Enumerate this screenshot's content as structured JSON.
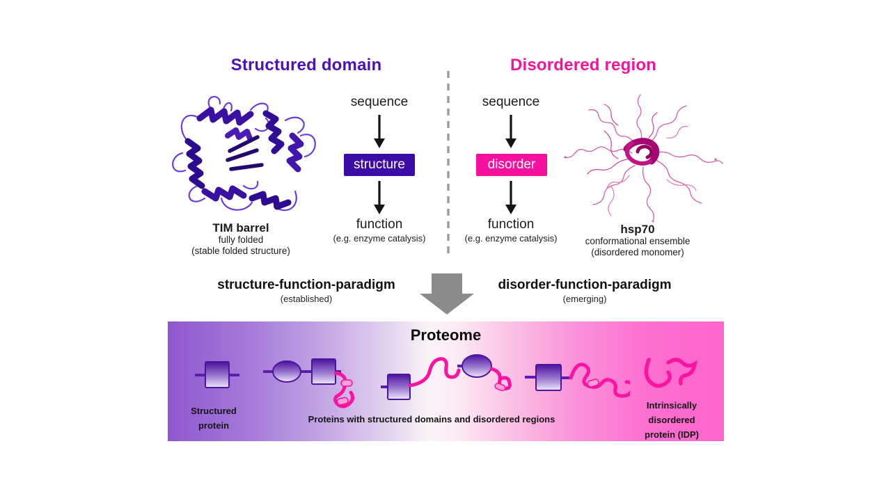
{
  "titles": {
    "left": "Structured domain",
    "right": "Disordered region"
  },
  "left": {
    "flow": {
      "input": "sequence",
      "box": "structure",
      "output": "function",
      "note": "(e.g. enzyme catalysis)"
    },
    "molecule": {
      "name": "TIM barrel",
      "line1": "fully folded",
      "line2": "(stable folded structure)"
    },
    "paradigm": {
      "title": "structure-function-paradigm",
      "note": "(established)"
    }
  },
  "right": {
    "flow": {
      "input": "sequence",
      "box": "disorder",
      "output": "function",
      "note": "(e.g. enzyme catalysis)"
    },
    "molecule": {
      "name": "hsp70",
      "line1": "conformational ensemble",
      "line2": "(disordered monomer)"
    },
    "paradigm": {
      "title": "disorder-function-paradigm",
      "note": "(emerging)"
    }
  },
  "proteome": {
    "title": "Proteome",
    "labels": {
      "left": "Structured protein",
      "middle": "Proteins with structured domains and disordered regions",
      "right": "Intrinsically disordered protein (IDP)"
    }
  },
  "colors": {
    "title_purple": "#4e11b7",
    "title_pink": "#f4149c",
    "structure_box": "#3d0ba5",
    "disorder_box": "#f6109e",
    "ribbon_purple": "#2d0a8f",
    "ensemble_pink": "#d55fa8",
    "divider_gray": "#9c9c9c",
    "big_arrow_gray": "#8b8b8b",
    "bar_gradient_left": "#8e58ce",
    "bar_gradient_right": "#fd65cd",
    "cartoon_pink": "#fb14a0",
    "cartoon_purple": "#4b119f"
  }
}
